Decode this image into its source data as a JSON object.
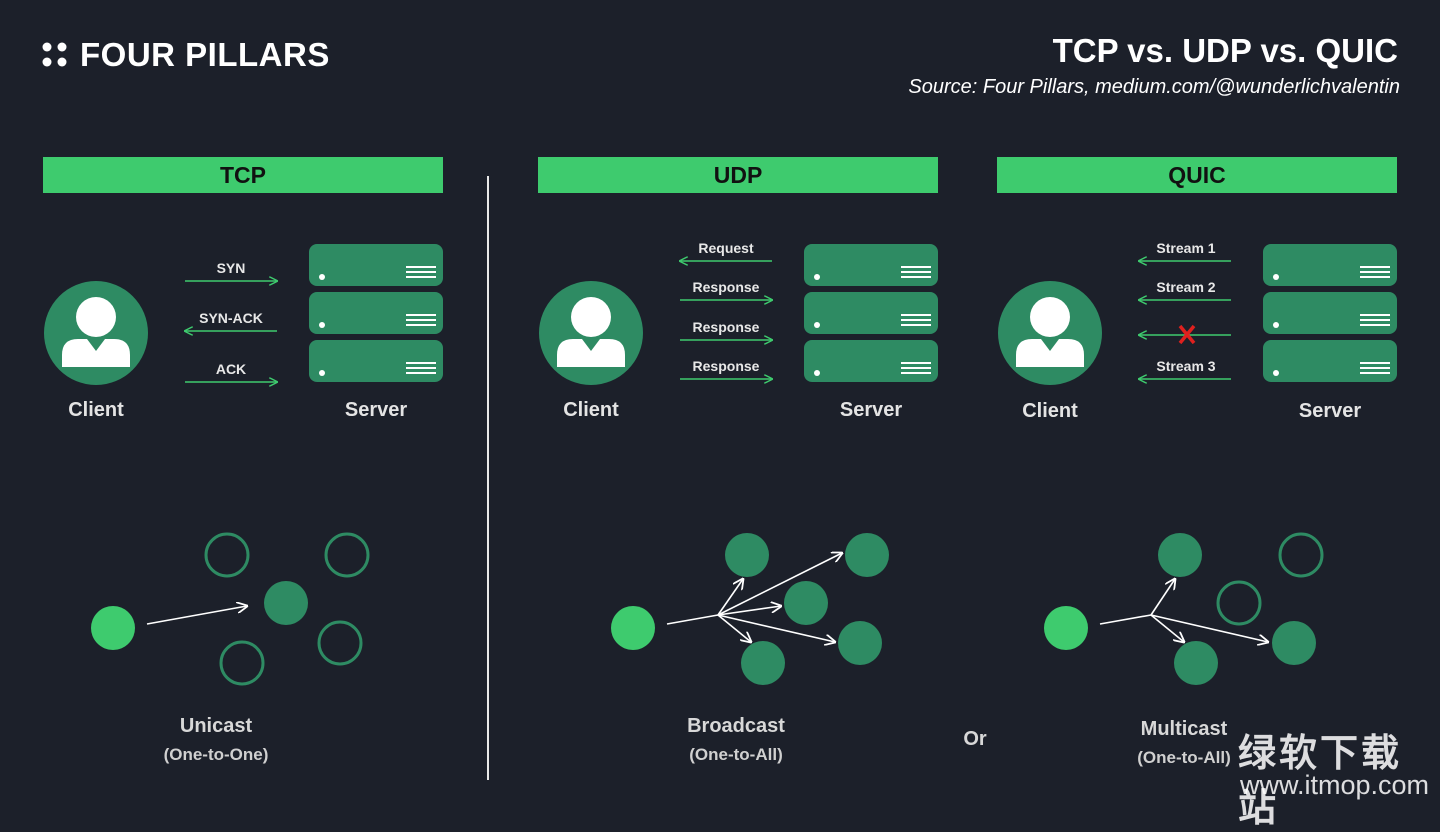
{
  "header": {
    "brand": "FOUR PILLARS",
    "title": "TCP vs. UDP vs. QUIC",
    "source": "Source: Four Pillars, medium.com/@wunderlichvalentin"
  },
  "panels": [
    {
      "banner": "TCP",
      "client_label": "Client",
      "server_label": "Server",
      "messages": [
        "SYN",
        "SYN-ACK",
        "ACK"
      ],
      "caption": "Unicast",
      "caption_sub": "(One-to-One)"
    },
    {
      "banner": "UDP",
      "client_label": "Client",
      "server_label": "Server",
      "messages": [
        "Request",
        "Response",
        "Response",
        "Response"
      ],
      "caption": "Broadcast",
      "caption_sub": "(One-to-All)"
    },
    {
      "banner": "QUIC",
      "client_label": "Client",
      "server_label": "Server",
      "messages": [
        "Stream 1",
        "Stream 2",
        "Stream 3"
      ],
      "caption": "Multicast",
      "caption_sub": "(One-to-All)"
    }
  ],
  "or_label": "Or",
  "watermark": {
    "line1": "绿软下载站",
    "line2": "www.itmop.com"
  },
  "colors": {
    "background": "#1c202a",
    "banner": "#3ecb6e",
    "node_dark": "#2e8b63",
    "node_bright": "#3ecb6e",
    "error": "#e0201e"
  }
}
